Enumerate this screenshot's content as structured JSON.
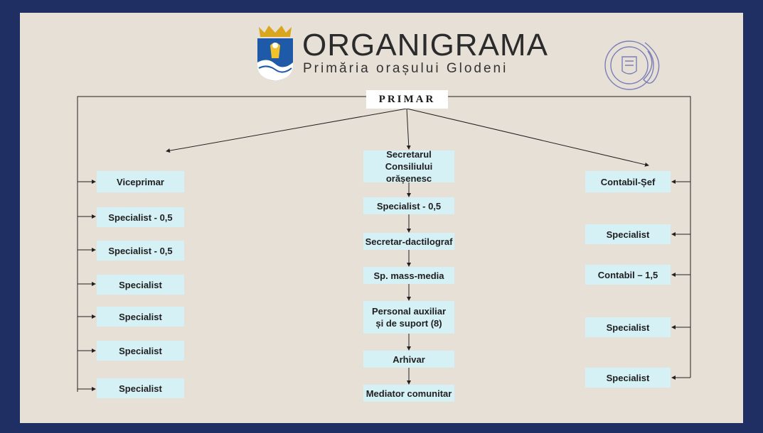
{
  "header": {
    "title": "ORGANIGRAMA",
    "subtitle": "Primăria orașului Glodeni"
  },
  "top": {
    "label": "PRIMAR"
  },
  "left_column": [
    "Viceprimar",
    "Specialist - 0,5",
    "Specialist - 0,5",
    "Specialist",
    "Specialist",
    "Specialist",
    "Specialist"
  ],
  "center_column": [
    "Secretarul Consiliului\norășenesc",
    "Specialist - 0,5",
    "Secretar-dactilograf",
    "Sp. mass-media",
    "Personal auxiliar\nși de suport (8)",
    "Arhivar",
    "Mediator comunitar"
  ],
  "right_column": [
    "Contabil-Șef",
    "Specialist",
    "Contabil – 1,5",
    "Specialist",
    "Specialist"
  ],
  "colors": {
    "background": "#e7e0d7",
    "border": "#1f2f63",
    "box": "#d6f1f5",
    "line": "#222222"
  }
}
